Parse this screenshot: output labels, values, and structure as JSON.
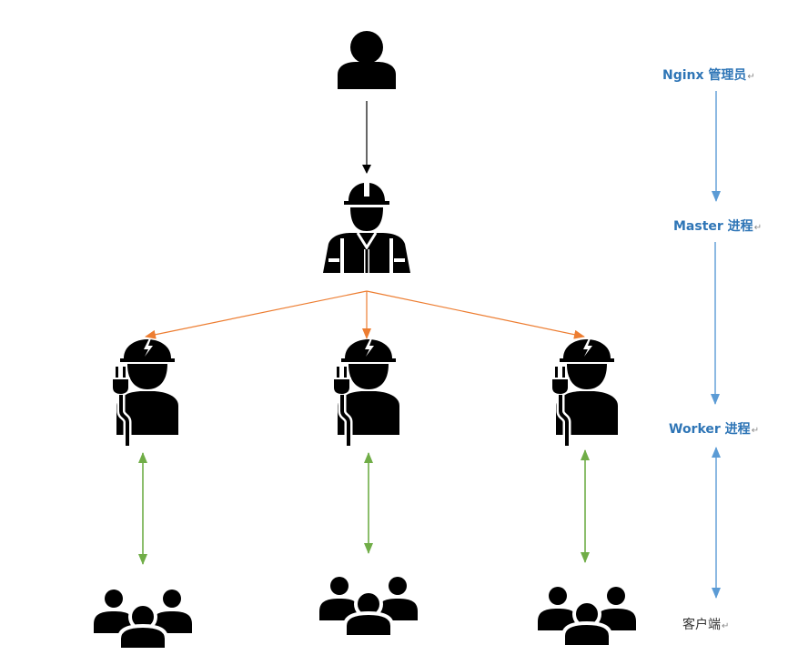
{
  "labels": {
    "admin": "Nginx 管理员",
    "master": "Master 进程",
    "worker": "Worker 进程",
    "client": "客户端",
    "return_mark": "↵"
  },
  "colors": {
    "label_blue": "#2e75b6",
    "label_dark": "#333333",
    "icon": "#000000",
    "arrow_black": "#000000",
    "arrow_orange": "#ed7d31",
    "arrow_green": "#70ad47",
    "arrow_blue": "#5b9bd5"
  },
  "icons": {
    "admin": "user-icon",
    "master": "construction-worker-icon",
    "worker": "electrician-worker-icon",
    "client": "group-of-people-icon"
  }
}
